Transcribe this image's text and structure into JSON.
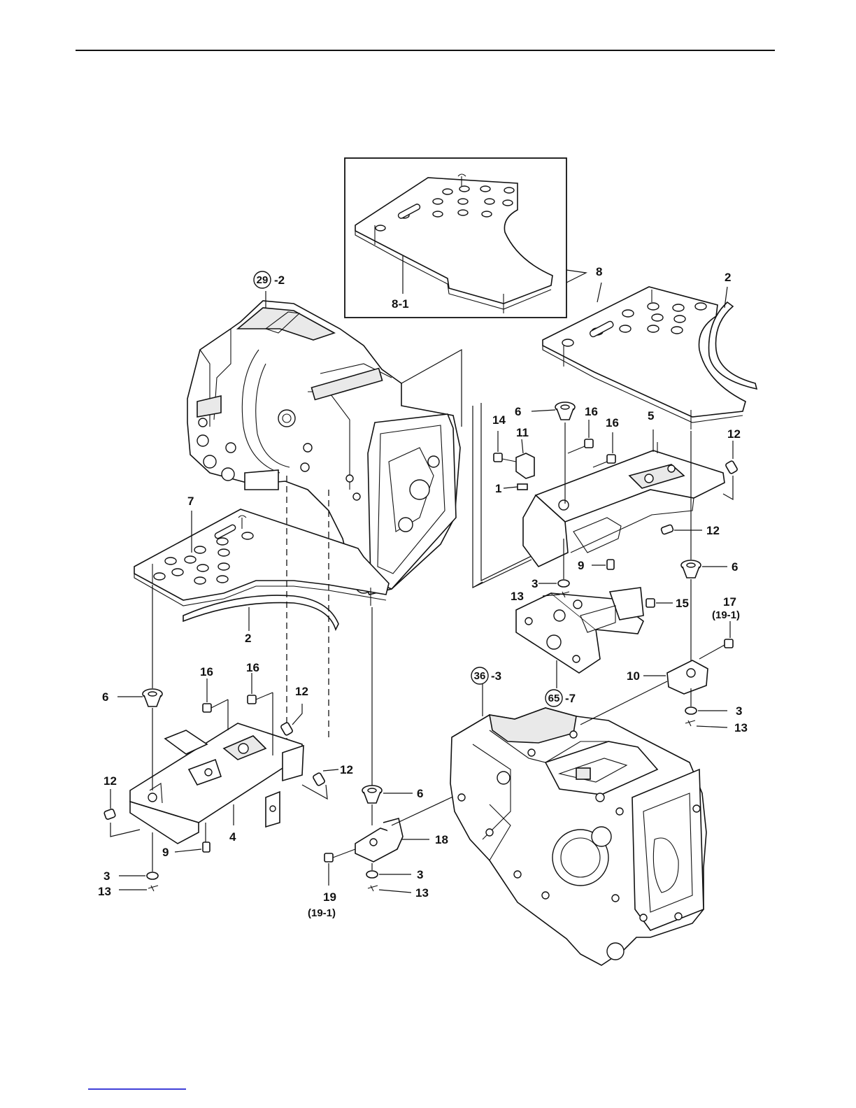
{
  "colors": {
    "ink": "#111111",
    "paper": "#ffffff",
    "shade": "#e9e9e9",
    "footer_rule": "#0000cc"
  },
  "refs": {
    "r29": {
      "num": "29",
      "suffix": "-2"
    },
    "r36": {
      "num": "36",
      "suffix": "-3"
    },
    "r65": {
      "num": "65",
      "suffix": "-7"
    }
  },
  "labels": {
    "l8": "8",
    "l8_1": "8-1",
    "l2_top": "2",
    "l5": "5",
    "l6_a": "6",
    "l16_a": "16",
    "l16_b": "16",
    "l14": "14",
    "l11": "11",
    "l1": "1",
    "l12_a": "12",
    "l12_b": "12",
    "l6_b": "6",
    "l9_a": "9",
    "l3_a": "3",
    "l13_a": "13",
    "l15": "15",
    "l17": "17",
    "l19_1_a": "(19-1)",
    "l10": "10",
    "l3_b": "3",
    "l13_b": "13",
    "l7": "7",
    "l2_left": "2",
    "l16_c": "16",
    "l16_d": "16",
    "l6_c": "6",
    "l12_c": "12",
    "l12_d": "12",
    "l12_e": "12",
    "l4": "4",
    "l9_b": "9",
    "l3_c": "3",
    "l13_c": "13",
    "l6_d": "6",
    "l18": "18",
    "l3_d": "3",
    "l13_d": "13",
    "l19": "19",
    "l19_1_b": "(19-1)"
  }
}
